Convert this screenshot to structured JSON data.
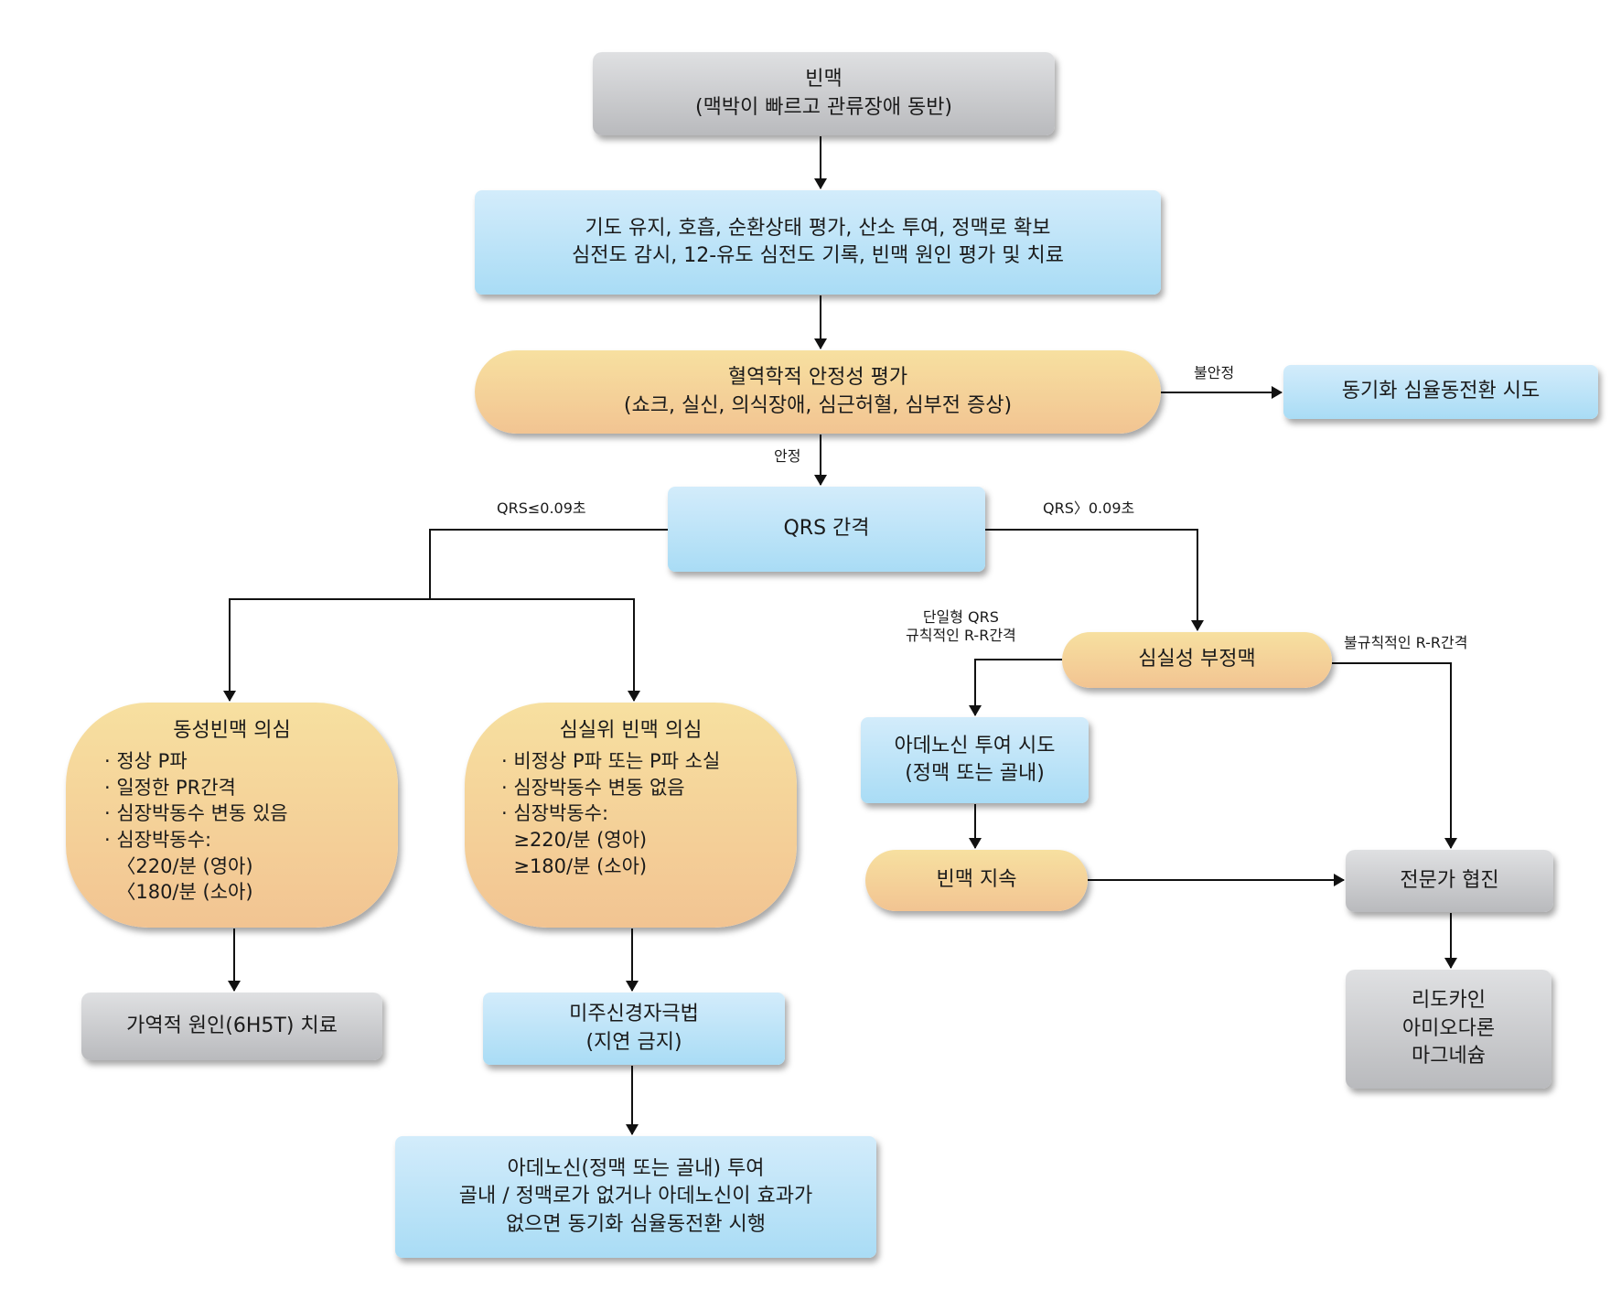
{
  "title": "빈맥 처치 알고리즘",
  "nodes": {
    "tachycardia": {
      "lines": [
        "빈맥",
        "(맥박이 빠르고 관류장애 동반)"
      ]
    },
    "initial_care": {
      "lines": [
        "기도 유지, 호흡, 순환상태 평가, 산소 투여, 정맥로 확보",
        "심전도 감시, 12-유도 심전도 기록, 빈맥 원인 평가 및 치료"
      ]
    },
    "stability": {
      "lines": [
        "혈역학적 안정성 평가",
        "(쇼크, 실신, 의식장애, 심근허혈, 심부전 증상)"
      ]
    },
    "cardioversion": {
      "lines": [
        "동기화 심율동전환 시도"
      ]
    },
    "qrs": {
      "lines": [
        "QRS 간격"
      ]
    },
    "sinus": {
      "title": "동성빈맥 의심",
      "items": [
        "· 정상 P파",
        "· 일정한 PR간격",
        "· 심장박동수 변동 있음",
        "· 심장박동수:",
        "  〈220/분 (영아)",
        "  〈180/분 (소아)"
      ]
    },
    "svt": {
      "title": "심실위 빈맥 의심",
      "items": [
        "· 비정상 P파 또는 P파 소실",
        "· 심장박동수 변동 없음",
        "· 심장박동수:",
        "  ≥220/분 (영아)",
        "  ≥180/분 (소아)"
      ]
    },
    "ventricular": {
      "lines": [
        "심실성 부정맥"
      ]
    },
    "adenosine_try": {
      "lines": [
        "아데노신 투여 시도",
        "(정맥 또는 골내)"
      ]
    },
    "persistent": {
      "lines": [
        "빈맥 지속"
      ]
    },
    "specialist": {
      "lines": [
        "전문가 협진"
      ]
    },
    "drugs": {
      "lines": [
        "리도카인",
        "아미오다론",
        "마그네슘"
      ]
    },
    "reversible": {
      "lines": [
        "가역적 원인(6H5T) 치료"
      ]
    },
    "vagal": {
      "lines": [
        "미주신경자극법",
        "(지연 금지)"
      ]
    },
    "adenosine_final": {
      "lines": [
        "아데노신(정맥 또는 골내) 투여",
        "골내 / 정맥로가 없거나 아데노신이 효과가",
        "없으면 동기화 심율동전환 시행"
      ]
    }
  },
  "edge_labels": {
    "unstable": "불안정",
    "stable": "안정",
    "qrs_narrow": "QRS≤0.09초",
    "qrs_wide": "QRS〉0.09초",
    "monomorphic": [
      "단일형 QRS",
      "규칙적인 R-R간격"
    ],
    "irregular": "불규칙적인 R-R간격"
  },
  "colors": {
    "gray_box": "#c9cacc",
    "blue_box": "#bfe4f8",
    "orange_box": "#f4d29a",
    "line": "#111111"
  }
}
